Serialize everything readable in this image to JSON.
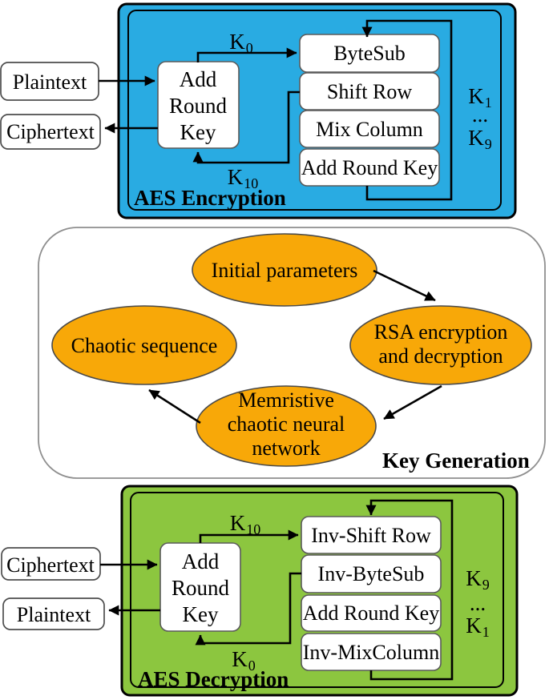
{
  "colors": {
    "encryption_bg": "#29ABE2",
    "decryption_bg": "#8CC63F",
    "node_fill": "#F8A808"
  },
  "encryption": {
    "title": "AES Encryption",
    "source_label": "Plaintext",
    "sink_label": "Ciphertext",
    "add_round_key_lines": [
      "Add",
      "Round",
      "Key"
    ],
    "steps": [
      "ByteSub",
      "Shift Row",
      "Mix Column",
      "Add Round Key"
    ],
    "key_in": {
      "base": "K",
      "sub": "0"
    },
    "key_out": {
      "base": "K",
      "sub": "10"
    },
    "loop_keys": {
      "first": {
        "base": "K",
        "sub": "1"
      },
      "dots": "...",
      "last": {
        "base": "K",
        "sub": "9"
      }
    }
  },
  "key_generation": {
    "title": "Key Generation",
    "nodes": {
      "initial": {
        "lines": [
          "Initial parameters"
        ]
      },
      "rsa": {
        "lines": [
          "RSA encryption",
          "and decryption"
        ]
      },
      "chaotic": {
        "lines": [
          "Chaotic sequence"
        ]
      },
      "memristive": {
        "lines": [
          "Memristive",
          "chaotic neural",
          "network"
        ]
      }
    }
  },
  "decryption": {
    "title": "AES Decryption",
    "source_label": "Ciphertext",
    "sink_label": "Plaintext",
    "add_round_key_lines": [
      "Add",
      "Round",
      "Key"
    ],
    "steps": [
      "Inv-Shift Row",
      "Inv-ByteSub",
      "Add Round Key",
      "Inv-MixColumn"
    ],
    "key_in": {
      "base": "K",
      "sub": "10"
    },
    "key_out": {
      "base": "K",
      "sub": "0"
    },
    "loop_keys": {
      "first": {
        "base": "K",
        "sub": "9"
      },
      "dots": "...",
      "last": {
        "base": "K",
        "sub": "1"
      }
    }
  }
}
